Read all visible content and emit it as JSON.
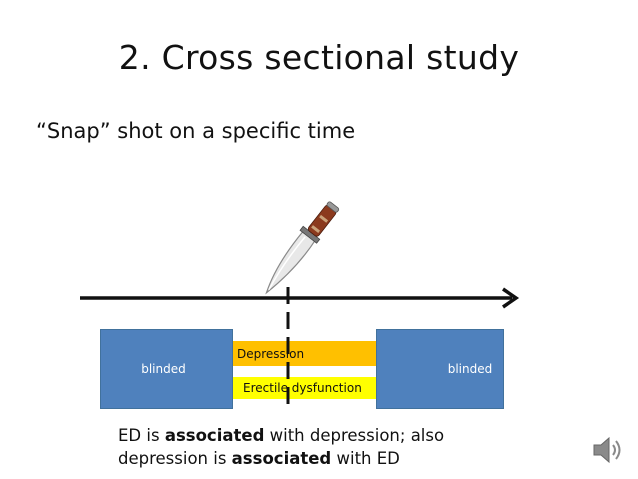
{
  "slide": {
    "title": "2. Cross sectional study",
    "subtitle": "“Snap” shot on a specific time"
  },
  "timeline": {
    "left_box_label": "blinded",
    "right_box_label": "blinded",
    "depression_label": "Depression",
    "ed_label": "Erectile dysfunction"
  },
  "caption": {
    "line1_pre": "ED is ",
    "line1_bold": "associated",
    "line1_post": " with depression; also",
    "line2_pre": "depression is ",
    "line2_bold": "associated",
    "line2_post": " with ED"
  },
  "colors": {
    "box_fill": "#4f81bd",
    "depression_band": "#ffc000",
    "ed_band": "#ffff00"
  },
  "icons": {
    "knife": "knife-icon",
    "speaker": "speaker-icon"
  }
}
